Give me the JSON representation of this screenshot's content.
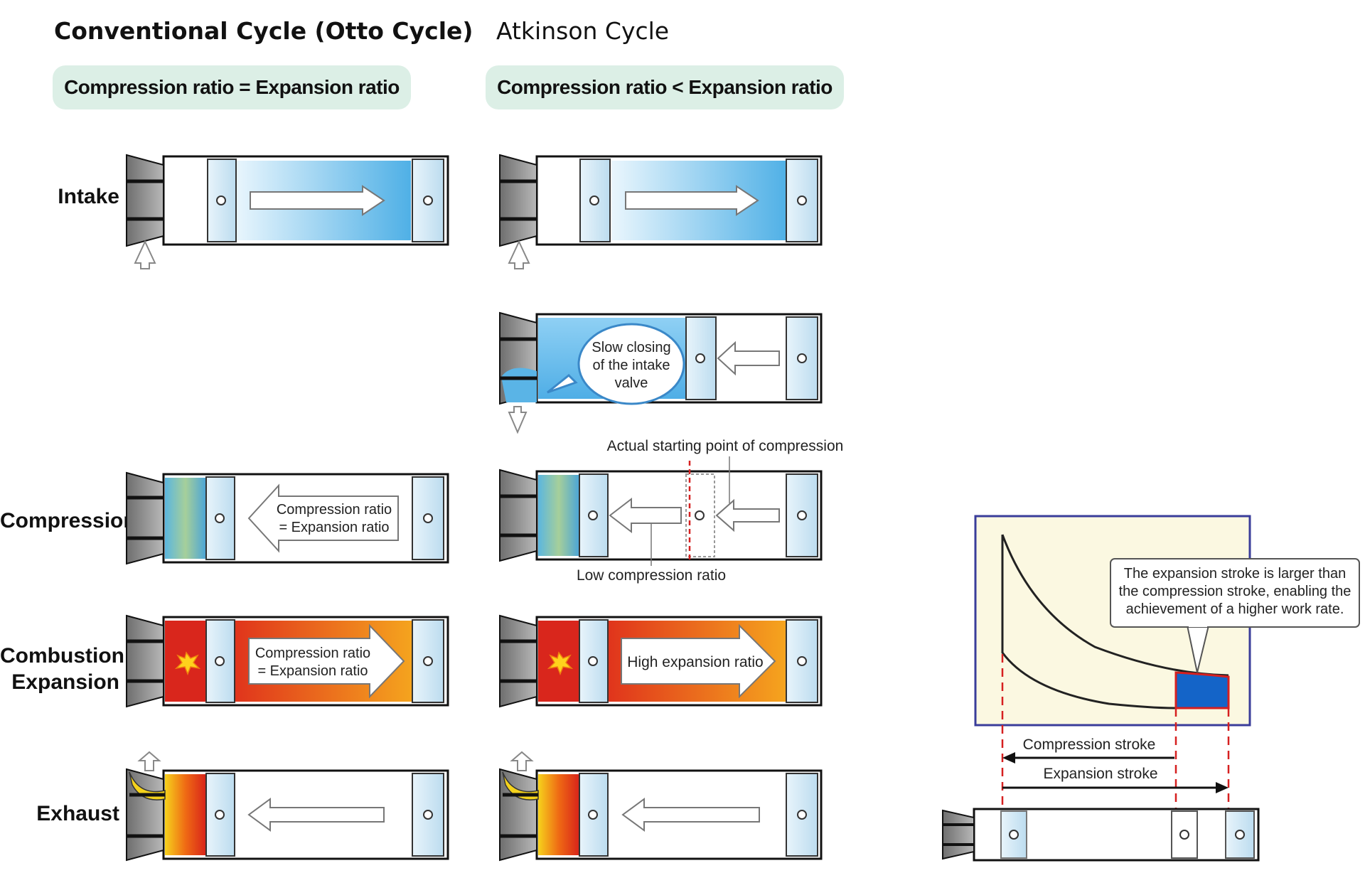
{
  "titles": {
    "otto": "Conventional Cycle (Otto Cycle)",
    "atkinson": "Atkinson Cycle"
  },
  "pills": {
    "otto": "Compression ratio = Expansion ratio",
    "atkinson": "Compression ratio < Expansion ratio"
  },
  "rows": {
    "intake": "Intake",
    "compression": "Compression",
    "combustion_line1": "Combustion",
    "combustion_line2": "Expansion",
    "exhaust": "Exhaust"
  },
  "callouts": {
    "slow_closing": [
      "Slow closing",
      "of the intake",
      "valve"
    ],
    "actual_start": "Actual starting point of compression",
    "low_compression": "Low compression ratio",
    "otto_compression_arrow": [
      "Compression ratio",
      "= Expansion ratio"
    ],
    "otto_expansion_arrow": [
      "Compression ratio",
      "= Expansion ratio"
    ],
    "high_expansion": "High expansion ratio"
  },
  "pv": {
    "note": [
      "The expansion stroke is larger than",
      "the compression stroke, enabling the",
      "achievement of a higher work rate."
    ],
    "compression_stroke": "Compression stroke",
    "expansion_stroke": "Expansion stroke"
  },
  "colors": {
    "pill_bg": "#dcefe6",
    "intake_blue": "#7cc3ee",
    "hot_red": "#d9261c",
    "hot_orange": "#f4a21d",
    "pv_frame": "#3a3d9a",
    "pv_panel": "#fbf8e1",
    "pv_work_area": "#1464c8",
    "stroke_marker": "#d62020"
  },
  "icons": [
    "intake-valve-icon",
    "piston-icon",
    "spark-icon",
    "flow-arrow-icon"
  ]
}
